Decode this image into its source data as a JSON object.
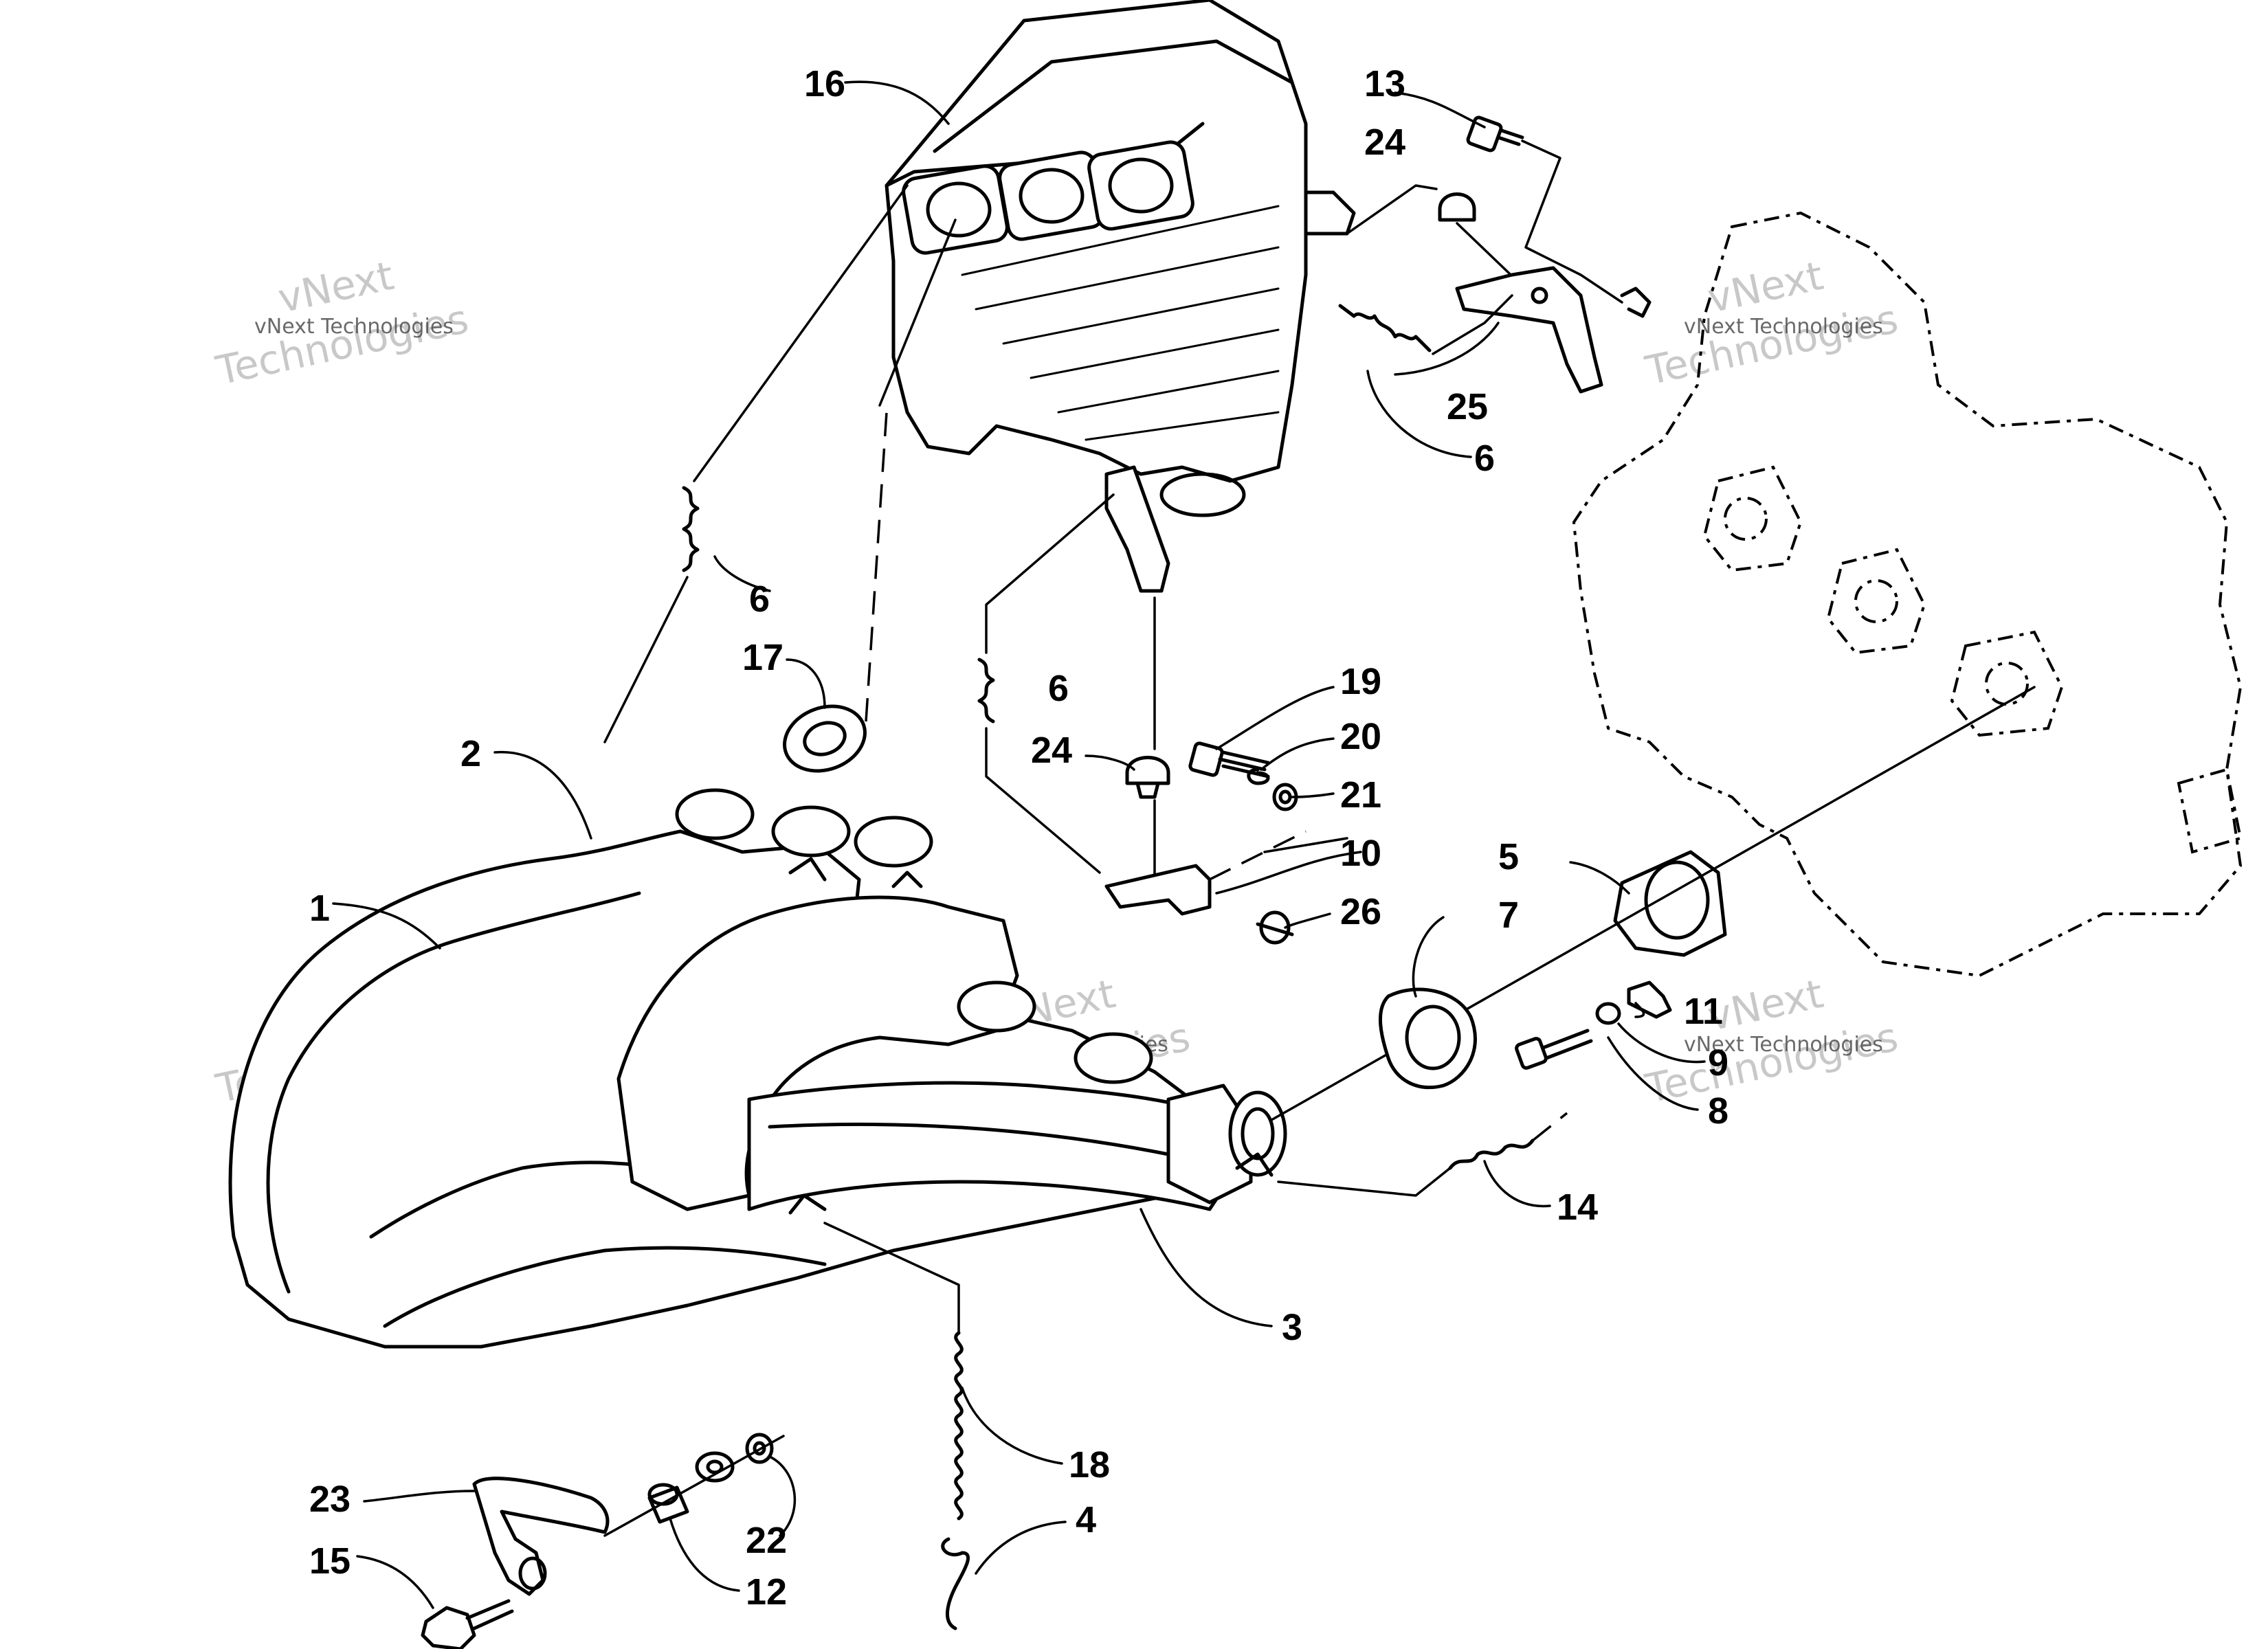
{
  "watermark": {
    "brand": "vNext",
    "line1": "Technologies",
    "caption": "vNext Technologies"
  },
  "callouts": {
    "c1": "1",
    "c2": "2",
    "c3": "3",
    "c4": "4",
    "c5": "5",
    "c6a": "6",
    "c6b": "6",
    "c6c": "6",
    "c7": "7",
    "c8": "8",
    "c9": "9",
    "c10": "10",
    "c11": "11",
    "c12": "12",
    "c13": "13",
    "c14": "14",
    "c15": "15",
    "c16": "16",
    "c17": "17",
    "c18": "18",
    "c19": "19",
    "c20": "20",
    "c21": "21",
    "c22": "22",
    "c23": "23",
    "c24a": "24",
    "c24b": "24",
    "c25": "25",
    "c26": "26"
  }
}
